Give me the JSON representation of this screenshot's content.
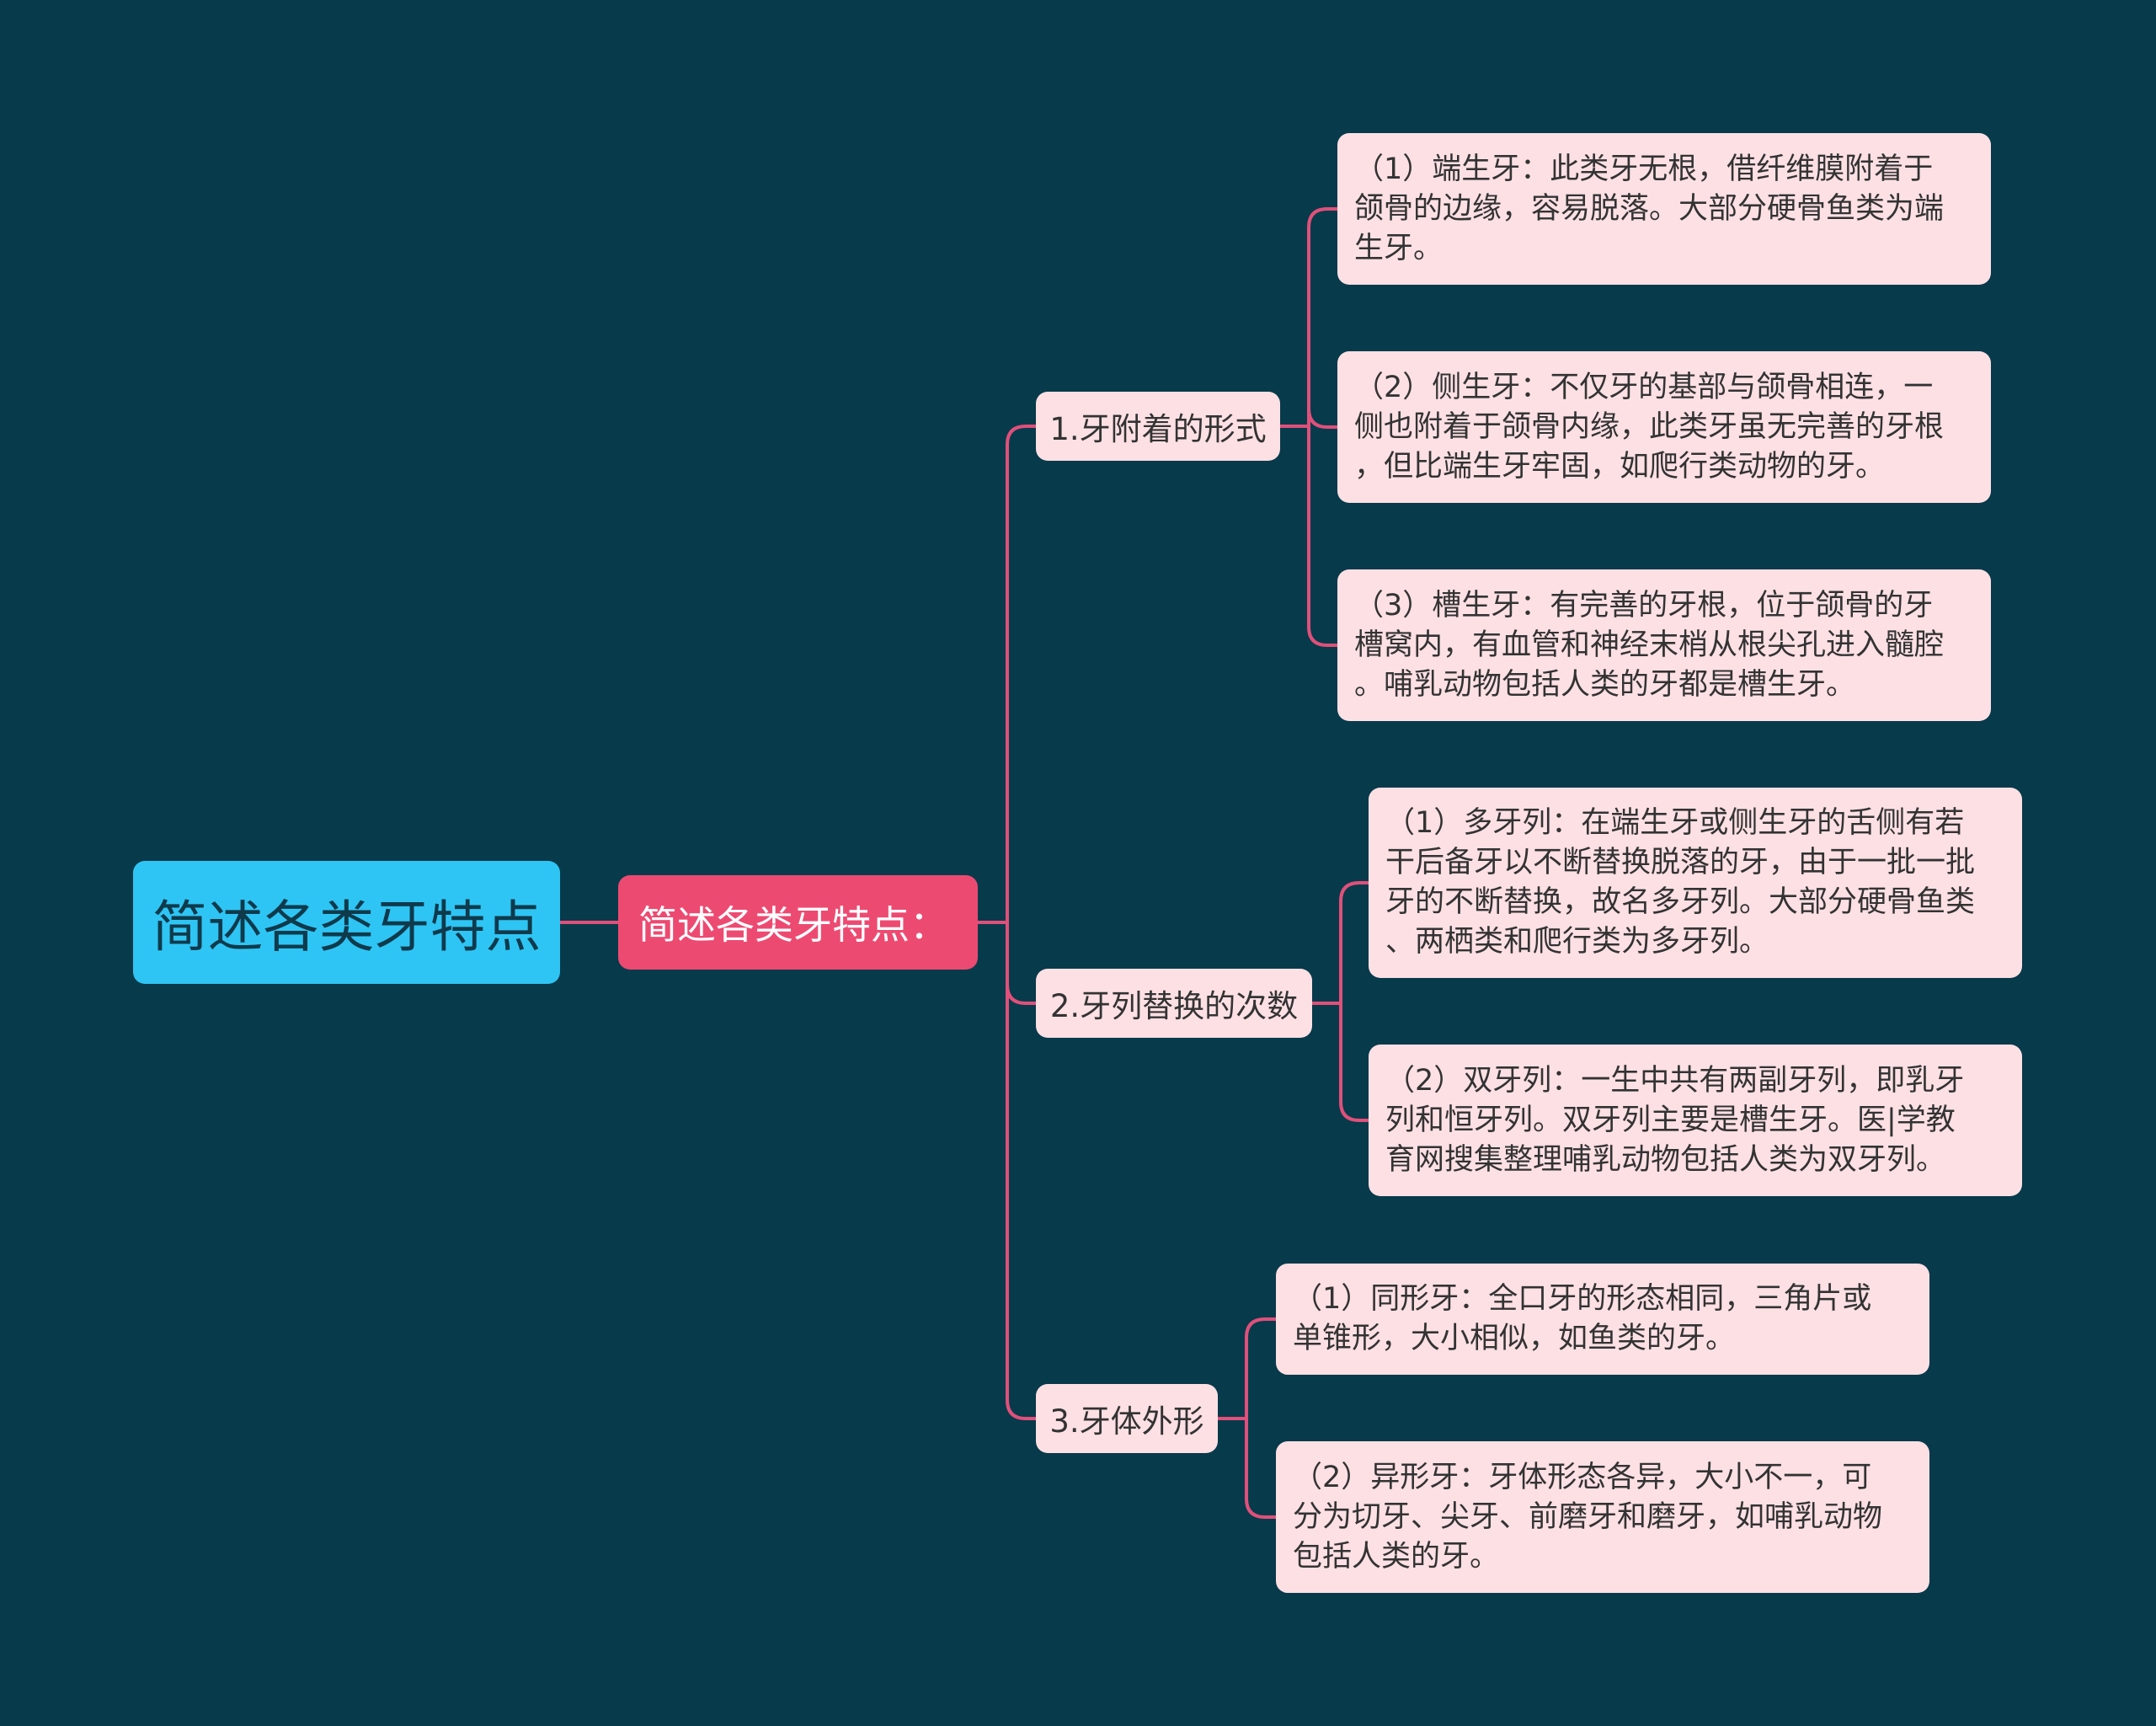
{
  "root": {
    "label": "简述各类牙特点"
  },
  "main": {
    "label": "简述各类牙特点："
  },
  "topics": [
    {
      "label": "1.牙附着的形式",
      "items": [
        "（1）端生牙：此类牙无根，借纤维膜附着于颌骨的边缘，容易脱落。大部分硬骨鱼类为端生牙。",
        "（2）侧生牙：不仅牙的基部与颌骨相连，一侧也附着于颌骨内缘，此类牙虽无完善的牙根，但比端生牙牢固，如爬行类动物的牙。",
        "（3）槽生牙：有完善的牙根，位于颌骨的牙槽窝内，有血管和神经末梢从根尖孔进入髓腔。哺乳动物包括人类的牙都是槽生牙。"
      ]
    },
    {
      "label": "2.牙列替换的次数",
      "items": [
        "（1）多牙列：在端生牙或侧生牙的舌侧有若干后备牙以不断替换脱落的牙，由于一批一批牙的不断替换，故名多牙列。大部分硬骨鱼类、两栖类和爬行类为多牙列。",
        "（2）双牙列：一生中共有两副牙列，即乳牙列和恒牙列。双牙列主要是槽生牙。医|学教育网搜集整理哺乳动物包括人类为双牙列。"
      ]
    },
    {
      "label": "3.牙体外形",
      "items": [
        "（1）同形牙：全口牙的形态相同，三角片或单锥形，大小相似，如鱼类的牙。",
        "（2）异形牙：牙体形态各异，大小不一，可分为切牙、尖牙、前磨牙和磨牙，如哺乳动物包括人类的牙。"
      ]
    }
  ],
  "leaf_lines": [
    [
      [
        "（1）端生牙：此类牙无根，借纤维膜附着于",
        "颌骨的边缘，容易脱落。大部分硬骨鱼类为端",
        "生牙。"
      ],
      [
        "（2）侧生牙：不仅牙的基部与颌骨相连，一",
        "侧也附着于颌骨内缘，此类牙虽无完善的牙根",
        "，但比端生牙牢固，如爬行类动物的牙。"
      ],
      [
        "（3）槽生牙：有完善的牙根，位于颌骨的牙",
        "槽窝内，有血管和神经末梢从根尖孔进入髓腔",
        "。哺乳动物包括人类的牙都是槽生牙。"
      ]
    ],
    [
      [
        "（1）多牙列：在端生牙或侧生牙的舌侧有若",
        "干后备牙以不断替换脱落的牙，由于一批一批",
        "牙的不断替换，故名多牙列。大部分硬骨鱼类",
        "、两栖类和爬行类为多牙列。"
      ],
      [
        "（2）双牙列：一生中共有两副牙列，即乳牙",
        "列和恒牙列。双牙列主要是槽生牙。医|学教",
        "育网搜集整理哺乳动物包括人类为双牙列。"
      ]
    ],
    [
      [
        "（1）同形牙：全口牙的形态相同，三角片或",
        "单锥形，大小相似，如鱼类的牙。"
      ],
      [
        "（2）异形牙：牙体形态各异，大小不一，可",
        "分为切牙、尖牙、前磨牙和磨牙，如哺乳动物",
        "包括人类的牙。"
      ]
    ]
  ],
  "colors": {
    "background": "#073a4b",
    "root_fill": "#2ec5f4",
    "main_fill": "#ed4a72",
    "node_fill": "#fde0e4",
    "connector": "#e0507a"
  }
}
